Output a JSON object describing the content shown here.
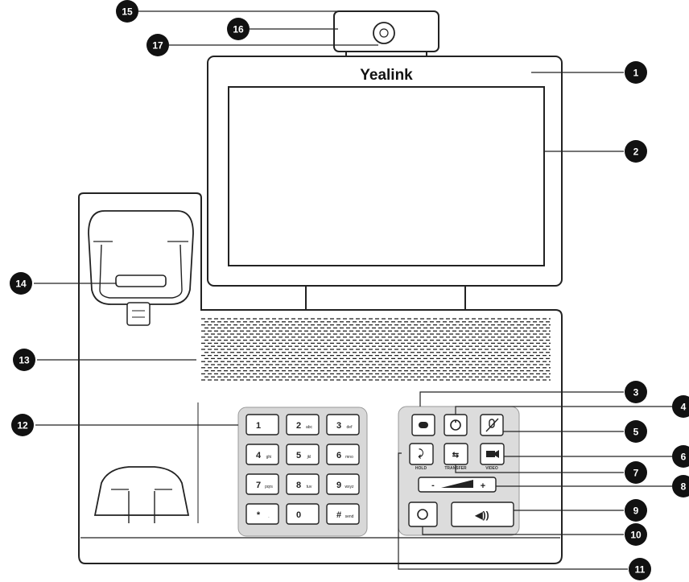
{
  "brand": "Yealink",
  "keypad": [
    {
      "main": "1",
      "sub": ""
    },
    {
      "main": "2",
      "sub": "abc"
    },
    {
      "main": "3",
      "sub": "def"
    },
    {
      "main": "4",
      "sub": "ghi"
    },
    {
      "main": "5",
      "sub": "jkl"
    },
    {
      "main": "6",
      "sub": "mno"
    },
    {
      "main": "7",
      "sub": "pqrs"
    },
    {
      "main": "8",
      "sub": "tuv"
    },
    {
      "main": "9",
      "sub": "wxyz"
    },
    {
      "main": "*",
      "sub": "."
    },
    {
      "main": "0",
      "sub": ""
    },
    {
      "main": "#",
      "sub": "send"
    }
  ],
  "labels": {
    "hold": "HOLD",
    "transfer": "TRANSFER",
    "video": "VIDEO",
    "vol_minus": "-",
    "vol_plus": "+"
  },
  "callouts": [
    "1",
    "2",
    "3",
    "4",
    "5",
    "6",
    "7",
    "8",
    "9",
    "10",
    "11",
    "12",
    "13",
    "14",
    "15",
    "16",
    "17"
  ]
}
